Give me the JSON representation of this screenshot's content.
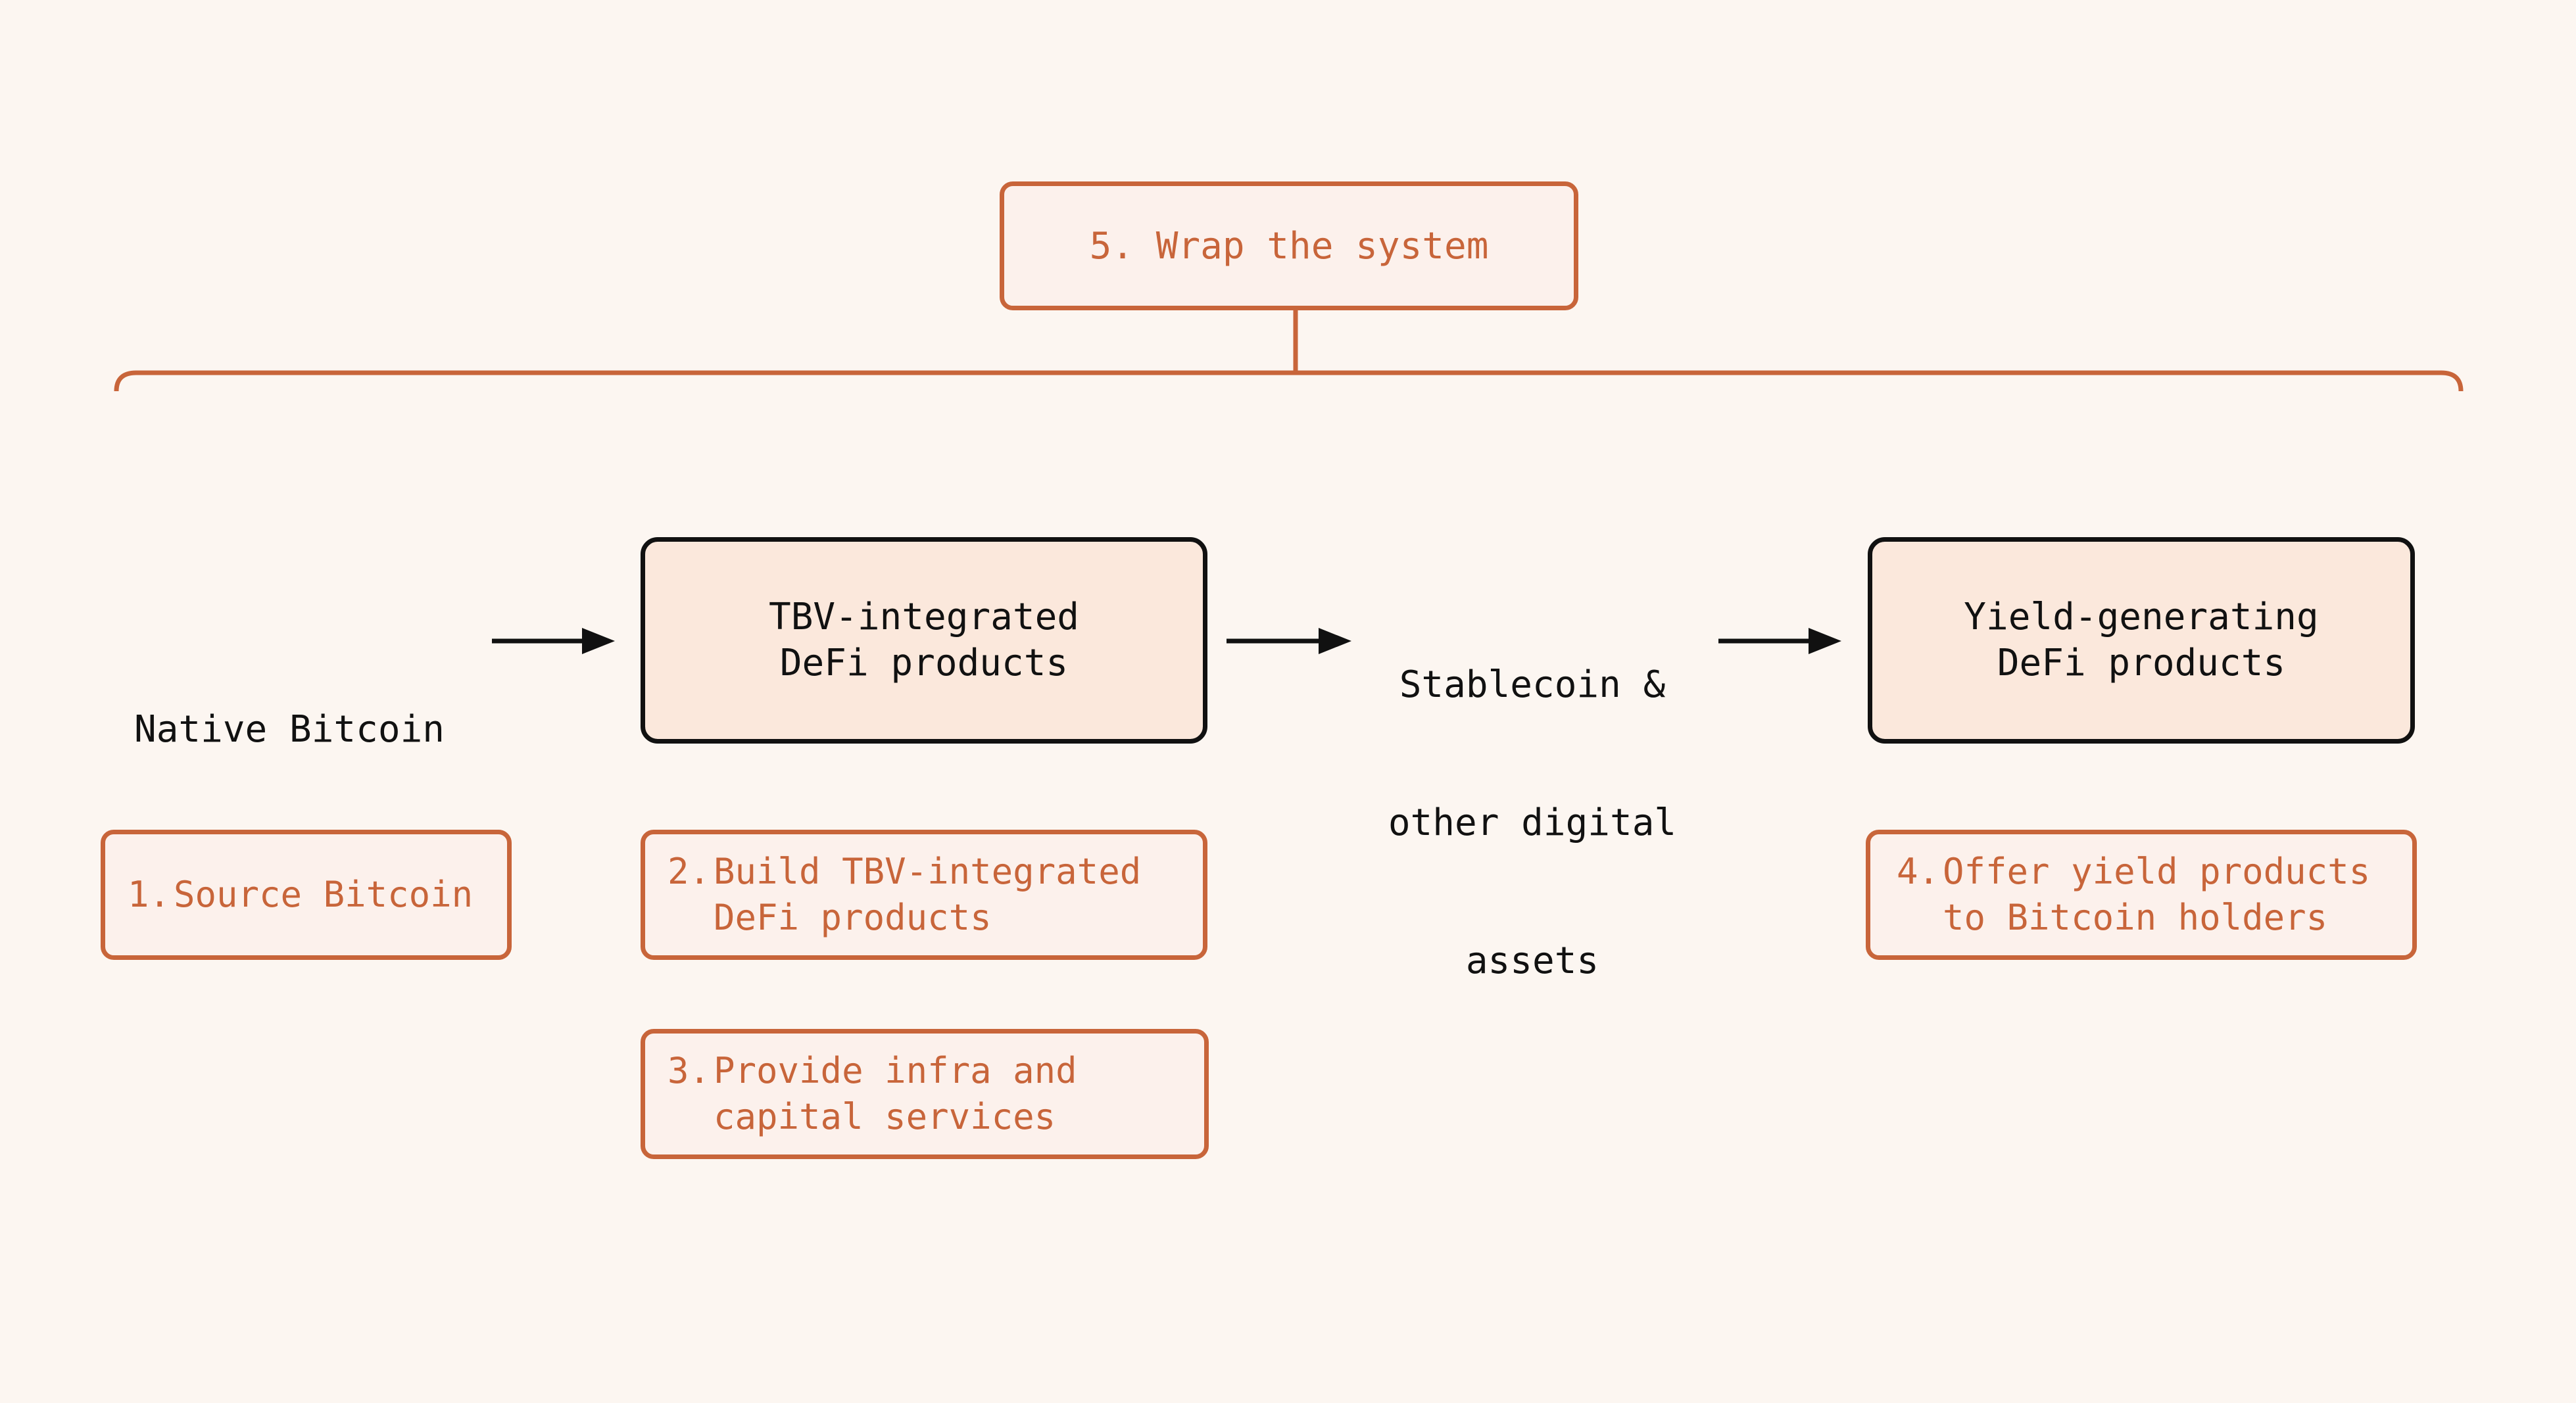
{
  "colors": {
    "background": "#fcf6f1",
    "accent": "#c8653a",
    "primary_text": "#111111",
    "main_box_fill": "#fbe8dc",
    "step_box_fill": "#fcf1ec"
  },
  "wrap": {
    "label": "5. Wrap the system"
  },
  "flow": {
    "native_bitcoin": "Native Bitcoin",
    "tbv_box": {
      "line1": "TBV-integrated",
      "line2": "DeFi products"
    },
    "stablecoin": {
      "line1": "Stablecoin &",
      "line2": "other digital",
      "line3": "assets"
    },
    "yield_box": {
      "line1": "Yield-generating",
      "line2": "DeFi products"
    }
  },
  "steps": {
    "step1": {
      "num": "1.",
      "line1": "Source Bitcoin"
    },
    "step2": {
      "num": "2.",
      "line1": "Build TBV-integrated",
      "line2": "DeFi products"
    },
    "step3": {
      "num": "3.",
      "line1": "Provide infra and",
      "line2": "capital services"
    },
    "step4": {
      "num": "4.",
      "line1": "Offer yield products",
      "line2": "to Bitcoin holders"
    }
  }
}
